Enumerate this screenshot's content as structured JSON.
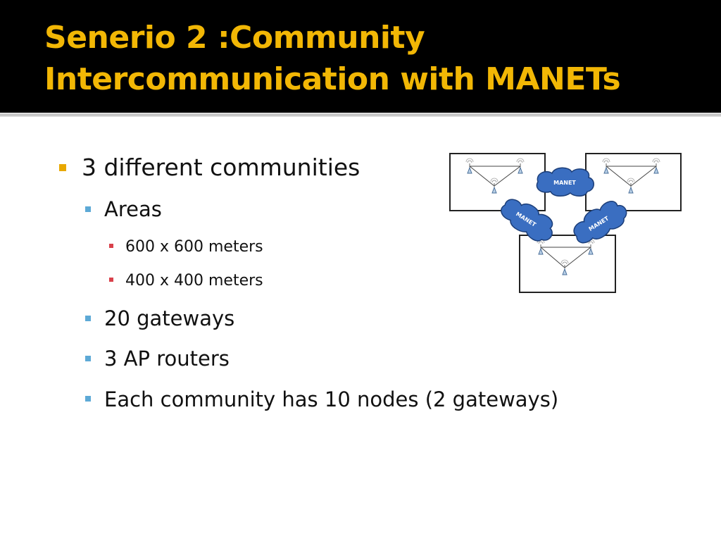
{
  "slide": {
    "title": "Senerio 2 :Community Intercommunication with MANETs",
    "bullets": [
      {
        "level": 1,
        "text": "3 different communities"
      },
      {
        "level": 2,
        "text": "Areas"
      },
      {
        "level": 3,
        "text": "600 x 600 meters"
      },
      {
        "level": 3,
        "text": "400 x 400 meters"
      },
      {
        "level": 2,
        "text": "20 gateways"
      },
      {
        "level": 2,
        "text": "3 AP routers"
      },
      {
        "level": 2,
        "text": "Each community has 10 nodes (2 gateways)"
      }
    ]
  },
  "figure": {
    "cloud_labels": [
      "MANET",
      "MANET",
      "MANET"
    ],
    "icons": [
      "antenna-node-icon",
      "cloud-icon"
    ]
  },
  "colors": {
    "title_background": "#000000",
    "title_text": "#F2B705",
    "bullet_level1": "#E8A800",
    "bullet_level2": "#5DA9D6",
    "bullet_level3": "#D9414B",
    "cloud_fill": "#3A6EC1"
  }
}
